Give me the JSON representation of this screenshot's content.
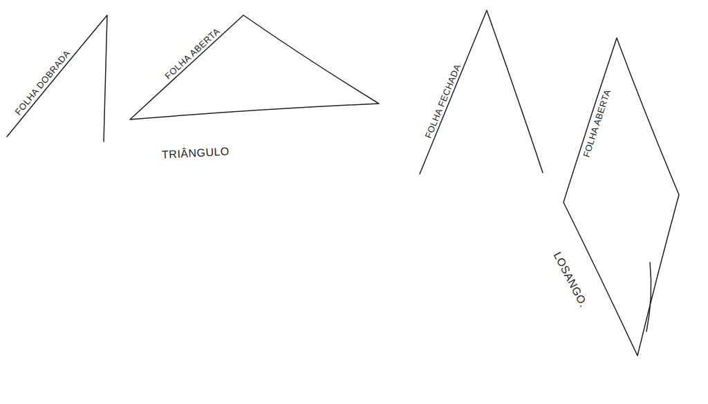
{
  "diagram": {
    "labels": [
      "FOLHA DOBRADA",
      "FOLHA ABERTA",
      "TRIÂNGULO",
      "FOLHA FECHADA",
      "FOLHA ABERTA",
      "LOSANGO."
    ]
  }
}
